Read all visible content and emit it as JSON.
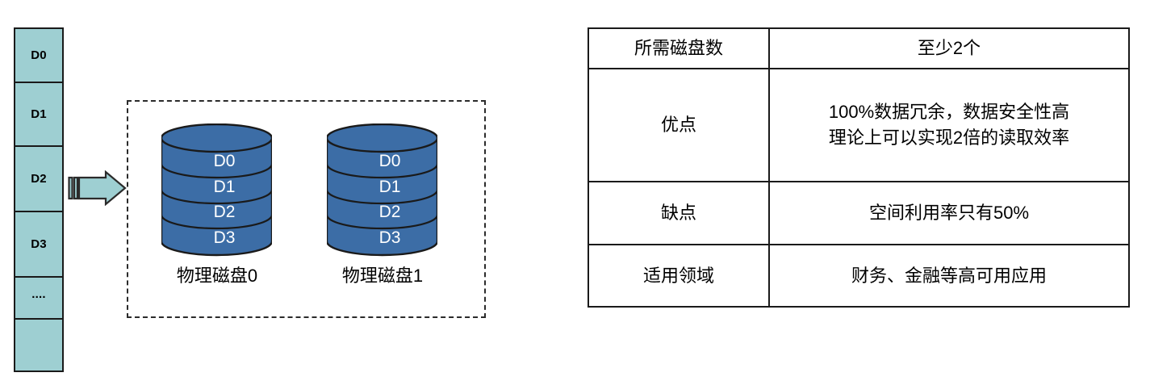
{
  "diagram": {
    "title_implied": "RAID 1",
    "input_column": {
      "name": "incoming-data-blocks",
      "cells": [
        "D0",
        "D1",
        "D2",
        "D3",
        "....",
        ""
      ],
      "fill_color": "#9ecfd2",
      "border_color": "#1a1a1a"
    },
    "arrow": {
      "name": "data-flow-arrow",
      "direction": "right",
      "fill_color": "#9ecfd2",
      "border_color": "#2b2b2b"
    },
    "group_box": {
      "border_style": "dashed",
      "border_color": "#2b2b2b"
    },
    "disks": [
      {
        "label": "物理磁盘0",
        "platters": [
          "D0",
          "D1",
          "D2",
          "D3"
        ],
        "fill_color": "#3c6da6",
        "text_color": "#ffffff"
      },
      {
        "label": "物理磁盘1",
        "platters": [
          "D0",
          "D1",
          "D2",
          "D3"
        ],
        "fill_color": "#3c6da6",
        "text_color": "#ffffff"
      }
    ]
  },
  "spec_table": {
    "rows": [
      {
        "label": "所需磁盘数",
        "value_lines": [
          "至少2个"
        ]
      },
      {
        "label": "优点",
        "value_lines": [
          "100%数据冗余，数据安全性高",
          "理论上可以实现2倍的读取效率"
        ]
      },
      {
        "label": "缺点",
        "value_lines": [
          "空间利用率只有50%"
        ]
      },
      {
        "label": "适用领域",
        "value_lines": [
          "财务、金融等高可用应用"
        ]
      }
    ]
  }
}
